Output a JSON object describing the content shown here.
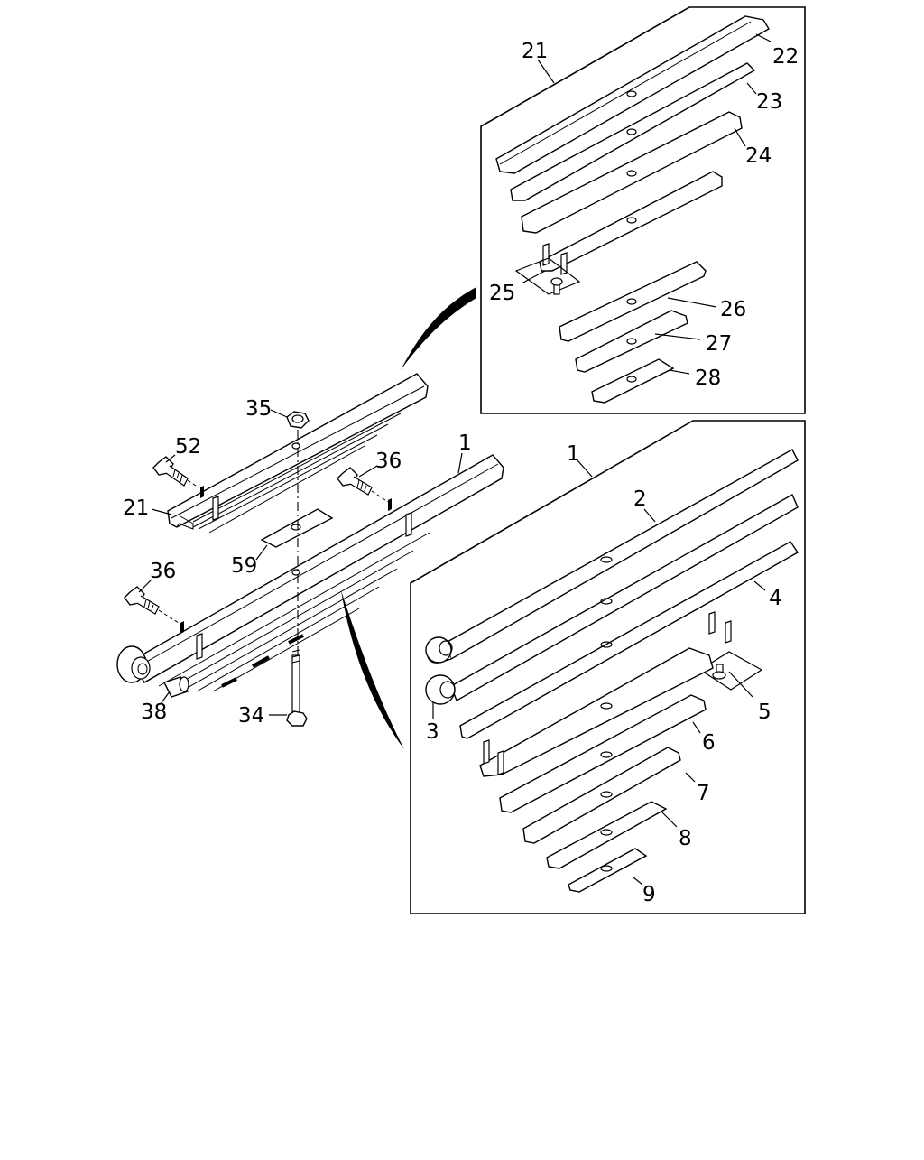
{
  "colors": {
    "ink": "#000000",
    "paper": "#ffffff"
  },
  "callouts": {
    "upper_assembly": "21",
    "upper_leaf_1": "22",
    "upper_leaf_2": "23",
    "upper_leaf_3": "24",
    "upper_clip": "25",
    "upper_leaf_5": "26",
    "upper_leaf_6": "27",
    "upper_leaf_7": "28",
    "lower_assembly": "1",
    "lower_leaf_1": "2",
    "eye_bushing": "3",
    "lower_leaf_2": "4",
    "lower_clip": "5",
    "lower_leaf_4": "6",
    "lower_leaf_5": "7",
    "lower_leaf_6": "8",
    "lower_leaf_7": "9",
    "main_upper_assembly": "21",
    "main_lower_assembly": "1",
    "center_nut": "35",
    "front_bolt": "52",
    "clip_bolt_upper": "36",
    "clip_bolt_lower": "36",
    "spacer_plate": "59",
    "center_bolt": "34",
    "bushing": "38"
  }
}
